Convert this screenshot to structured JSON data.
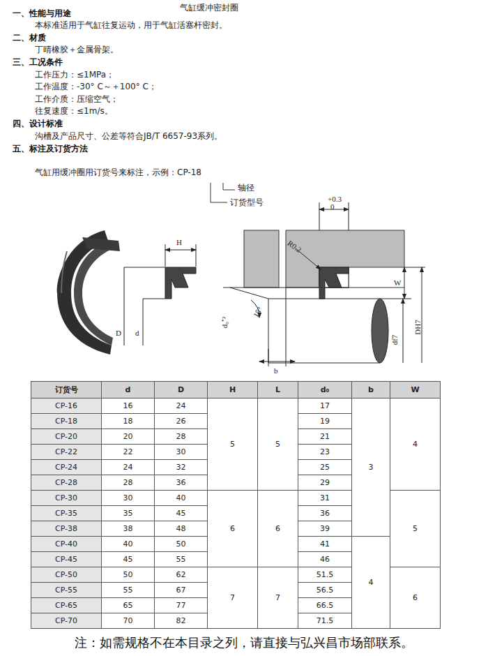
{
  "diagram": {
    "title": "气缸缓冲密封圈",
    "labels": [
      "一、性能与用途",
      "本标准适用于气缸往复运动，用于气缸活塞杆密封。",
      "二、材质",
      "丁晴橡胶＋金属骨架。",
      "三、工况条件",
      "工作压力：≤1MPa；",
      "工作温度：-30° C～＋100° C；",
      "工作介质：压缩空气；",
      "往复速度：≤1m/s。",
      "四、设计标准",
      "沟槽及产品尺寸、公差等符合JB/T 6657-93系列。",
      "五、标注及订货方法",
      "气缸用缓冲圈用订货号来标注，示例：CP-18",
      "轴径",
      "订货型号",
      "H",
      "D",
      "d",
      "d₀⁺²",
      "15°",
      "b",
      "R0.2",
      "+0.3",
      "0",
      "W",
      "df7",
      "DH7",
      "订货号",
      "d",
      "D",
      "H",
      "L",
      "d₀",
      "b",
      "W",
      "CP-16",
      "16",
      "24",
      "5",
      "5",
      "17",
      "3",
      "4",
      "CP-18",
      "18",
      "26",
      "19",
      "CP-20",
      "20",
      "28",
      "21",
      "CP-22",
      "22",
      "30",
      "23",
      "CP-24",
      "24",
      "32",
      "25",
      "CP-28",
      "28",
      "36",
      "29",
      "CP-30",
      "30",
      "40",
      "6",
      "6",
      "31",
      "5",
      "CP-35",
      "35",
      "45",
      "36",
      "CP-38",
      "38",
      "48",
      "39",
      "CP-40",
      "40",
      "50",
      "41",
      "4",
      "CP-45",
      "45",
      "55",
      "46",
      "CP-50",
      "50",
      "62",
      "7",
      "7",
      "51.5",
      "6",
      "CP-55",
      "55",
      "67",
      "56.5",
      "CP-65",
      "65",
      "77",
      "66.5",
      "CP-70",
      "70",
      "82",
      "71.5",
      "注：如需规格不在本目录之列，请直接与弘兴昌市场部联系。"
    ]
  }
}
